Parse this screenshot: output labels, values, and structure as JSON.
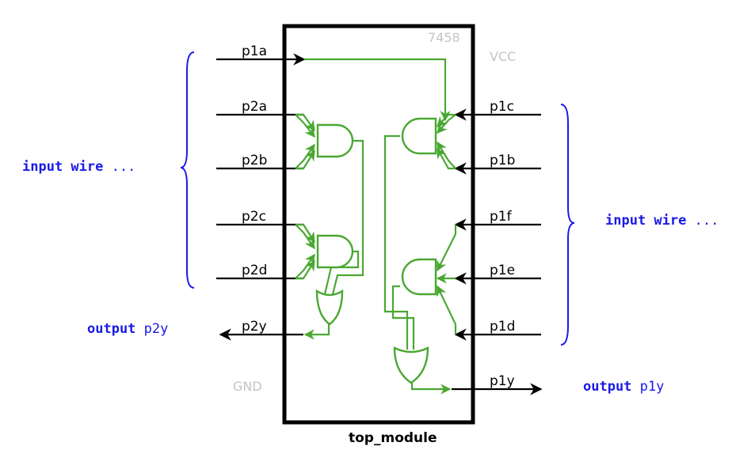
{
  "chip": {
    "part_number": "7458",
    "vcc_label": "VCC",
    "gnd_label": "GND",
    "module_name": "top_module"
  },
  "pins": {
    "left": [
      "p1a",
      "p2a",
      "p2b",
      "p2c",
      "p2d",
      "p2y"
    ],
    "right": [
      "p1c",
      "p1b",
      "p1f",
      "p1e",
      "p1d",
      "p1y"
    ]
  },
  "annotations": {
    "left_input": {
      "bold": "input wire",
      "rest": " ..."
    },
    "right_input": {
      "bold": "input wire",
      "rest": " ..."
    },
    "output_left": {
      "bold": "output",
      "rest": " p2y"
    },
    "output_right": {
      "bold": "output",
      "rest": " p1y"
    }
  },
  "colors": {
    "chip_outline": "#000000",
    "gate_logic": "#4aa832",
    "annotation": "#1a1ae6",
    "power_label": "#c4c4c4"
  }
}
